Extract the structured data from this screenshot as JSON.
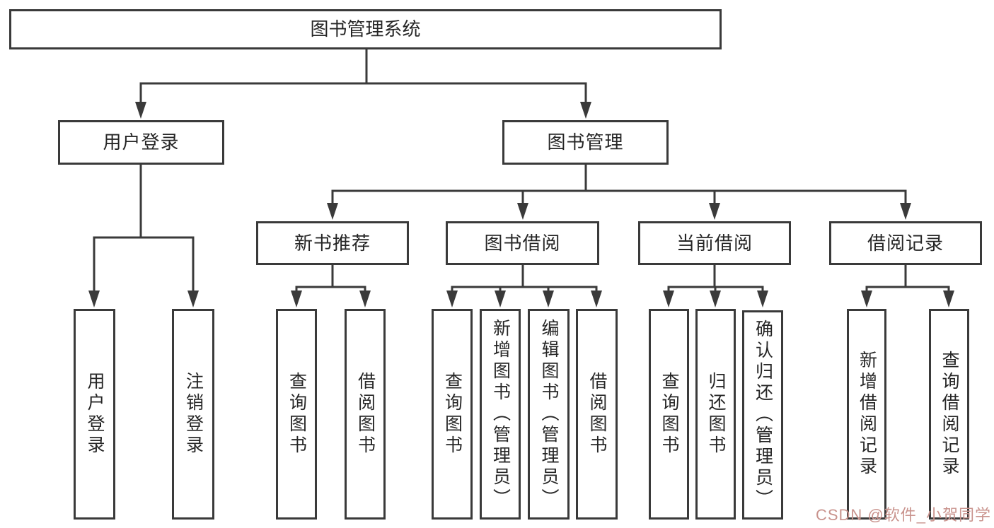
{
  "nodes": {
    "root": {
      "label": "图书管理系统"
    },
    "user_login": {
      "label": "用户登录",
      "children": [
        {
          "label": "用户登录"
        },
        {
          "label": "注销登录"
        }
      ]
    },
    "book_management": {
      "label": "图书管理",
      "children": [
        {
          "label": "新书推荐",
          "children": [
            {
              "label": "查询图书"
            },
            {
              "label": "借阅图书"
            }
          ]
        },
        {
          "label": "图书借阅",
          "children": [
            {
              "label": "查询图书"
            },
            {
              "label": "新增图书（管理员）"
            },
            {
              "label": "编辑图书（管理员）"
            },
            {
              "label": "借阅图书"
            }
          ]
        },
        {
          "label": "当前借阅",
          "children": [
            {
              "label": "查询图书"
            },
            {
              "label": "归还图书"
            },
            {
              "label": "确认归还（管理员）"
            }
          ]
        },
        {
          "label": "借阅记录",
          "children": [
            {
              "label": "新增借阅记录"
            },
            {
              "label": "查询借阅记录"
            }
          ]
        }
      ]
    }
  },
  "watermark": {
    "text": "CSDN @软件_小贺同学"
  },
  "colors": {
    "line": "#3a3a3a",
    "text": "#262626",
    "background": "#ffffff",
    "watermark": "#c9938d"
  }
}
